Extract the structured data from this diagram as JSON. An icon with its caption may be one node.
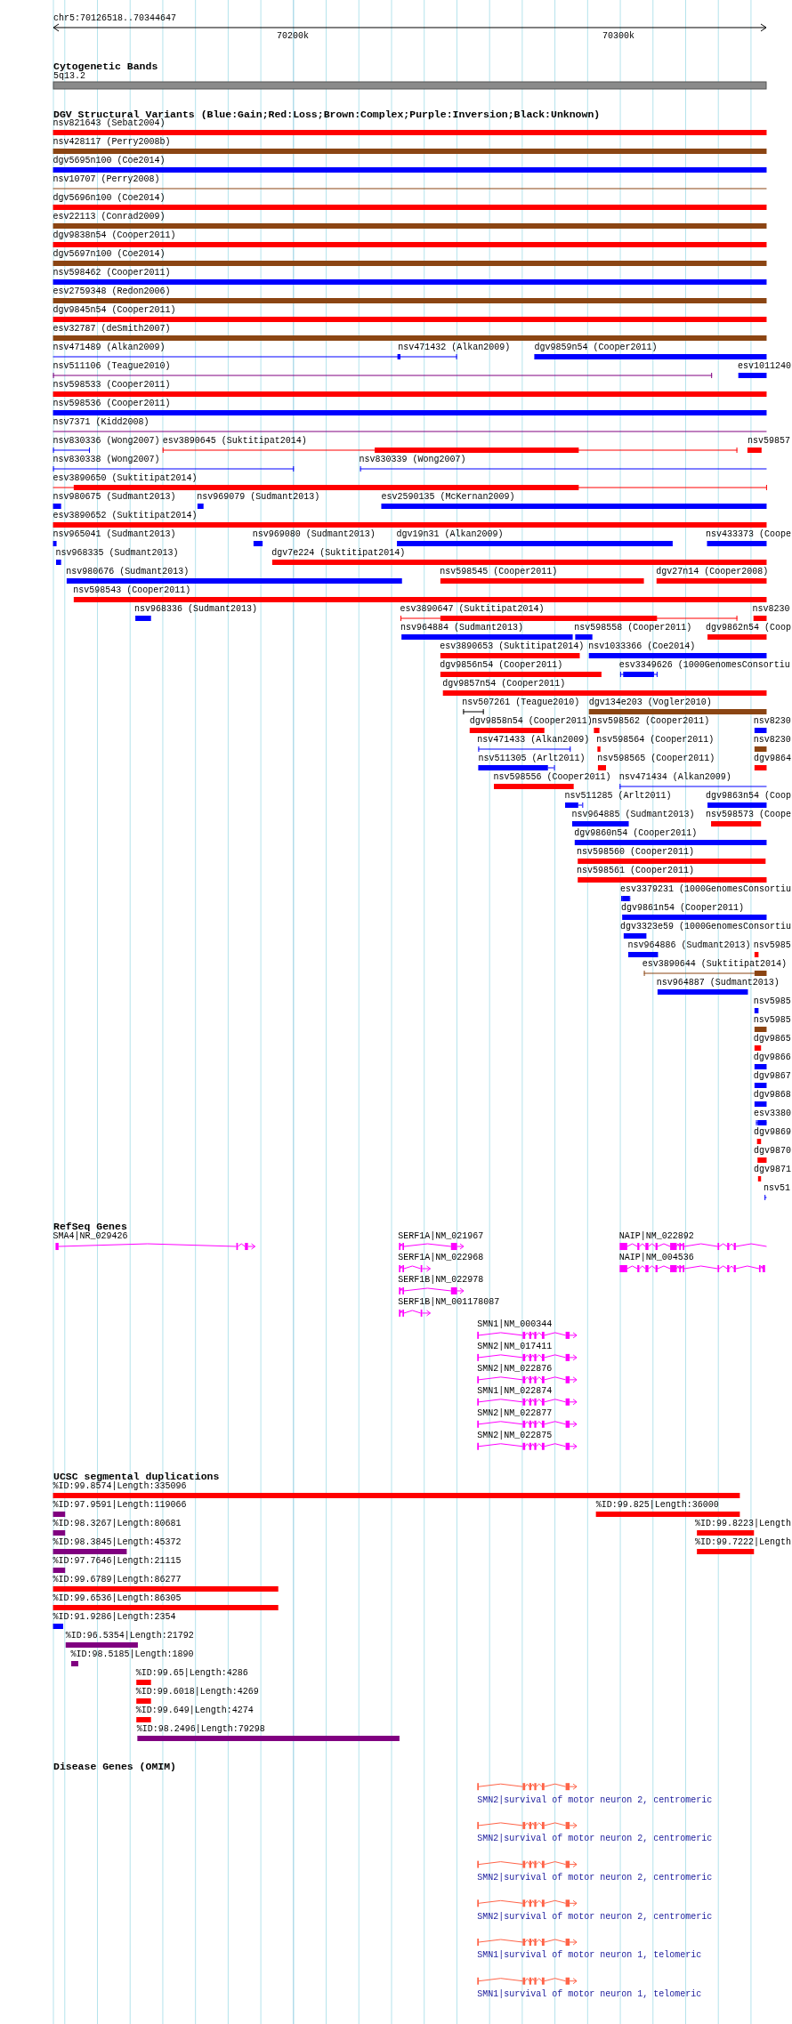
{
  "diagram": {
    "labels": [
      "chr5:70126518..70344647",
      "70200k",
      "70300k",
      "Cytogenetic Bands",
      "5q13.2",
      "DGV Structural Variants (Blue:Gain;Red:Loss;Brown:Complex;Purple:Inversion;Black:Unknown)",
      "nsv821643 (Sebat2004)",
      "nsv428117 (Perry2008b)",
      "dgv5695n100 (Coe2014)",
      "nsv10707 (Perry2008)",
      "dgv5696n100 (Coe2014)",
      "esv22113 (Conrad2009)",
      "dgv9838n54 (Cooper2011)",
      "dgv5697n100 (Coe2014)",
      "nsv598462 (Cooper2011)",
      "esv2759348 (Redon2006)",
      "dgv9845n54 (Cooper2011)",
      "esv32787 (deSmith2007)",
      "nsv471489 (Alkan2009)",
      "nsv471432 (Alkan2009)",
      "dgv9859n54 (Cooper2011)",
      "nsv511106 (Teague2010)",
      "esv1011240",
      "nsv598533 (Cooper2011)",
      "nsv598536 (Cooper2011)",
      "nsv7371 (Kidd2008)",
      "nsv830336 (Wong2007)",
      "esv3890645 (Suktitipat2014)",
      "nsv59857",
      "nsv830338 (Wong2007)",
      "nsv830339 (Wong2007)",
      "esv3890650 (Suktitipat2014)",
      "nsv980675 (Sudmant2013)",
      "nsv969079 (Sudmant2013)",
      "esv2590135 (McKernan2009)",
      "esv3890652 (Suktitipat2014)",
      "nsv965041 (Sudmant2013)",
      "nsv969080 (Sudmant2013)",
      "dgv19n31 (Alkan2009)",
      "nsv433373 (Coope",
      "nsv968335 (Sudmant2013)",
      "dgv7e224 (Suktitipat2014)",
      "nsv980676 (Sudmant2013)",
      "nsv598545 (Cooper2011)",
      "dgv27n14 (Cooper2008)",
      "nsv598543 (Cooper2011)",
      "nsv968336 (Sudmant2013)",
      "esv3890647 (Suktitipat2014)",
      "nsv8230",
      "nsv964884 (Sudmant2013)",
      "nsv598558 (Cooper2011)",
      "dgv9862n54 (Coop",
      "esv3890653 (Suktitipat2014)",
      "nsv1033366 (Coe2014)",
      "dgv9856n54 (Cooper2011)",
      "esv3349626 (1000GenomesConsortiu",
      "dgv9857n54 (Cooper2011)",
      "nsv507261 (Teague2010)",
      "dgv134e203 (Vogler2010)",
      "dgv9858n54 (Cooper2011)",
      "nsv598562 (Cooper2011)",
      "nsv8230",
      "nsv471433 (Alkan2009)",
      "nsv598564 (Cooper2011)",
      "nsv8230",
      "nsv511305 (Arlt2011)",
      "nsv598565 (Cooper2011)",
      "dgv9864",
      "nsv598556 (Cooper2011)",
      "nsv471434 (Alkan2009)",
      "nsv511285 (Arlt2011)",
      "dgv9863n54 (Coop",
      "nsv964885 (Sudmant2013)",
      "nsv598573 (Coope",
      "dgv9860n54 (Cooper2011)",
      "nsv598560 (Cooper2011)",
      "nsv598561 (Cooper2011)",
      "esv3379231 (1000GenomesConsortiu",
      "dgv9861n54 (Cooper2011)",
      "dgv3323e59 (1000GenomesConsortiu",
      "nsv964886 (Sudmant2013)",
      "nsv5985",
      "esv3890644 (Suktitipat2014)",
      "nsv964887 (Sudmant2013)",
      "nsv5985",
      "nsv5985",
      "dgv9865",
      "dgv9866",
      "dgv9867",
      "dgv9868",
      "esv3380",
      "dgv9869",
      "dgv9870",
      "dgv9871",
      "nsv51",
      "RefSeq Genes",
      "SMA4|NR_029426",
      "SERF1A|NM_021967",
      "NAIP|NM_022892",
      "SERF1A|NM_022968",
      "NAIP|NM_004536",
      "SERF1B|NM_022978",
      "SERF1B|NM_001178087",
      "SMN1|NM_000344",
      "SMN2|NM_017411",
      "SMN2|NM_022876",
      "SMN1|NM_022874",
      "SMN2|NM_022877",
      "SMN2|NM_022875",
      "UCSC segmental duplications",
      "%ID:99.8574|Length:335096",
      "%ID:97.9591|Length:119066",
      "%ID:99.825|Length:36000",
      "%ID:98.3267|Length:80681",
      "%ID:99.8223|Length",
      "%ID:98.3845|Length:45372",
      "%ID:99.7222|Length",
      "%ID:97.7646|Length:21115",
      "%ID:99.6789|Length:86277",
      "%ID:99.6536|Length:86305",
      "%ID:91.9286|Length:2354",
      "%ID:96.5354|Length:21792",
      "%ID:98.5185|Length:1890",
      "%ID:99.65|Length:4286",
      "%ID:99.6018|Length:4269",
      "%ID:99.649|Length:4274",
      "%ID:98.2496|Length:79298",
      "Disease Genes (OMIM)",
      "SMN2|survival of motor neuron 2, centromeric",
      "SMN2|survival of motor neuron 2, centromeric",
      "SMN2|survival of motor neuron 2, centromeric",
      "SMN2|survival of motor neuron 2, centromeric",
      "SMN1|survival of motor neuron 1, telomeric",
      "SMN1|survival of motor neuron 1, telomeric"
    ]
  }
}
